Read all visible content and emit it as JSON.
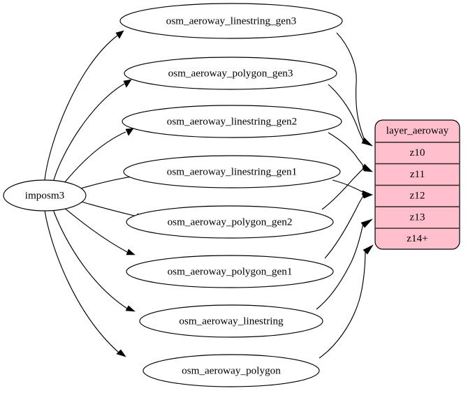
{
  "diagram": {
    "type": "graphviz-digraph",
    "background_color": "#ffffff",
    "source_node": {
      "id": "imposm3",
      "label": "imposm3",
      "shape": "ellipse",
      "fill_color": "#ffffff",
      "border_color": "#000000"
    },
    "table_node": {
      "id": "layer_aeroway",
      "shape": "rounded-record",
      "fill_color": "#ffc0cb",
      "border_color": "#000000",
      "separator_color": "#3b3033",
      "header": "layer_aeroway",
      "rows": [
        {
          "label": "z10"
        },
        {
          "label": "z11"
        },
        {
          "label": "z12"
        },
        {
          "label": "z13"
        },
        {
          "label": "z14+"
        }
      ]
    },
    "middle_nodes": [
      {
        "id": "osm_aeroway_linestring_gen3",
        "label": "osm_aeroway_linestring_gen3",
        "target_row": "z10"
      },
      {
        "id": "osm_aeroway_polygon_gen3",
        "label": "osm_aeroway_polygon_gen3",
        "target_row": "z10"
      },
      {
        "id": "osm_aeroway_linestring_gen2",
        "label": "osm_aeroway_linestring_gen2",
        "target_row": "z11"
      },
      {
        "id": "osm_aeroway_linestring_gen1",
        "label": "osm_aeroway_linestring_gen1",
        "target_row": "z12"
      },
      {
        "id": "osm_aeroway_polygon_gen2",
        "label": "osm_aeroway_polygon_gen2",
        "target_row": "z11"
      },
      {
        "id": "osm_aeroway_polygon_gen1",
        "label": "osm_aeroway_polygon_gen1",
        "target_row": "z12"
      },
      {
        "id": "osm_aeroway_linestring",
        "label": "osm_aeroway_linestring",
        "target_row": "z13"
      },
      {
        "id": "osm_aeroway_polygon",
        "label": "osm_aeroway_polygon",
        "target_row": "z14+"
      }
    ],
    "edges": [
      {
        "from": "imposm3",
        "to": "osm_aeroway_linestring_gen3"
      },
      {
        "from": "imposm3",
        "to": "osm_aeroway_polygon_gen3"
      },
      {
        "from": "imposm3",
        "to": "osm_aeroway_linestring_gen2"
      },
      {
        "from": "imposm3",
        "to": "osm_aeroway_linestring_gen1"
      },
      {
        "from": "imposm3",
        "to": "osm_aeroway_polygon_gen2"
      },
      {
        "from": "imposm3",
        "to": "osm_aeroway_polygon_gen1"
      },
      {
        "from": "imposm3",
        "to": "osm_aeroway_linestring"
      },
      {
        "from": "imposm3",
        "to": "osm_aeroway_polygon"
      },
      {
        "from": "osm_aeroway_linestring_gen3",
        "to": "layer_aeroway:z10"
      },
      {
        "from": "osm_aeroway_polygon_gen3",
        "to": "layer_aeroway:z10"
      },
      {
        "from": "osm_aeroway_linestring_gen2",
        "to": "layer_aeroway:z11"
      },
      {
        "from": "osm_aeroway_polygon_gen2",
        "to": "layer_aeroway:z11"
      },
      {
        "from": "osm_aeroway_linestring_gen1",
        "to": "layer_aeroway:z12"
      },
      {
        "from": "osm_aeroway_polygon_gen1",
        "to": "layer_aeroway:z12"
      },
      {
        "from": "osm_aeroway_linestring",
        "to": "layer_aeroway:z13"
      },
      {
        "from": "osm_aeroway_polygon",
        "to": "layer_aeroway:z14+"
      }
    ]
  }
}
